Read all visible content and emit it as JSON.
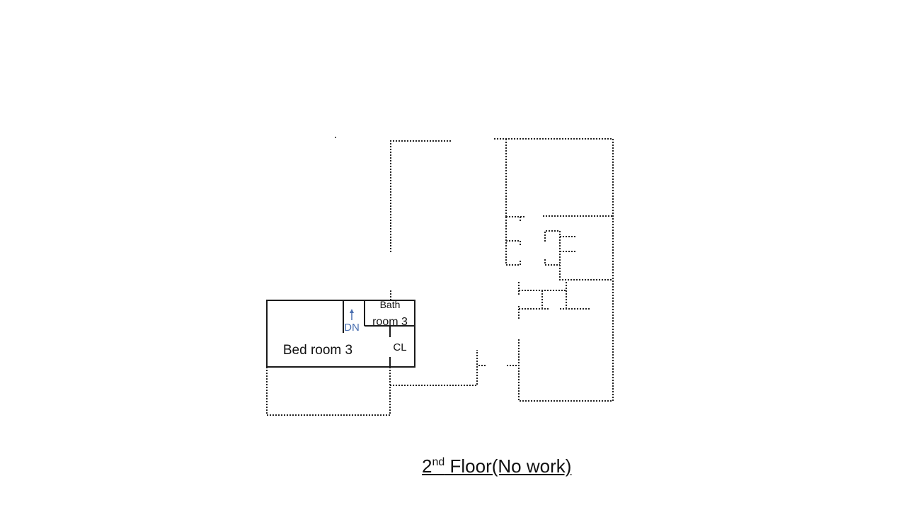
{
  "plan": {
    "title": {
      "prefix": "2",
      "superscript": "nd",
      "rest": " Floor(No work)"
    },
    "rooms": {
      "bedroom": "Bed room 3",
      "bath_line1": "Bath",
      "bath_line2": "room 3",
      "closet": "CL",
      "stairs": "DN"
    },
    "colors": {
      "line": "#222222",
      "stairs": "#4a6fb0",
      "text": "#111111"
    }
  }
}
